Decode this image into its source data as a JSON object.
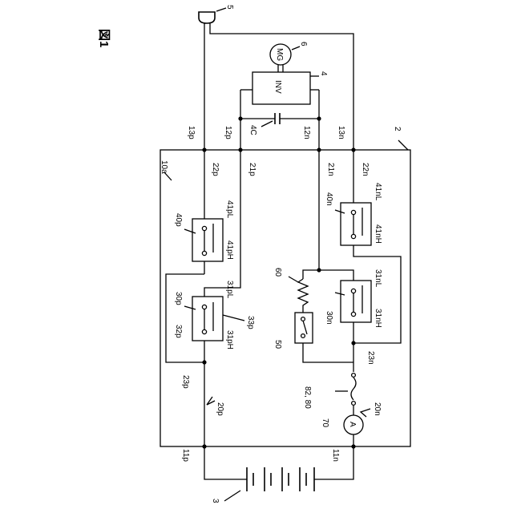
{
  "figure_label": "図1",
  "components": {
    "inv_label": "INV",
    "mg_label": "MG",
    "ammeter_label": "A"
  },
  "labels": {
    "l5": "5",
    "l6": "6",
    "l4": "4",
    "l4c": "4C",
    "l2": "2",
    "l10a": "10a",
    "l13p": "13p",
    "l12p": "12p",
    "l12n": "12n",
    "l13n": "13n",
    "l22p": "22p",
    "l21p": "21p",
    "l21n": "21n",
    "l22n": "22n",
    "l40p": "40p",
    "l41pL": "41pL",
    "l41pH": "41pH",
    "l40n": "40n",
    "l41nL": "41nL",
    "l41nH": "41nH",
    "l60": "60",
    "l30p": "30p",
    "l31pL": "31pL",
    "l32p": "32p",
    "l31pH": "31pH",
    "l33p": "33p",
    "l30n": "30n",
    "l31nL": "31nL",
    "l31nH": "31nH",
    "l50": "50",
    "l23n": "23n",
    "l23p": "23p",
    "l20p": "20p",
    "l8280": "82, 80",
    "l20n": "20n",
    "l70": "70",
    "l11p": "11p",
    "l11n": "11n",
    "l3": "3"
  }
}
